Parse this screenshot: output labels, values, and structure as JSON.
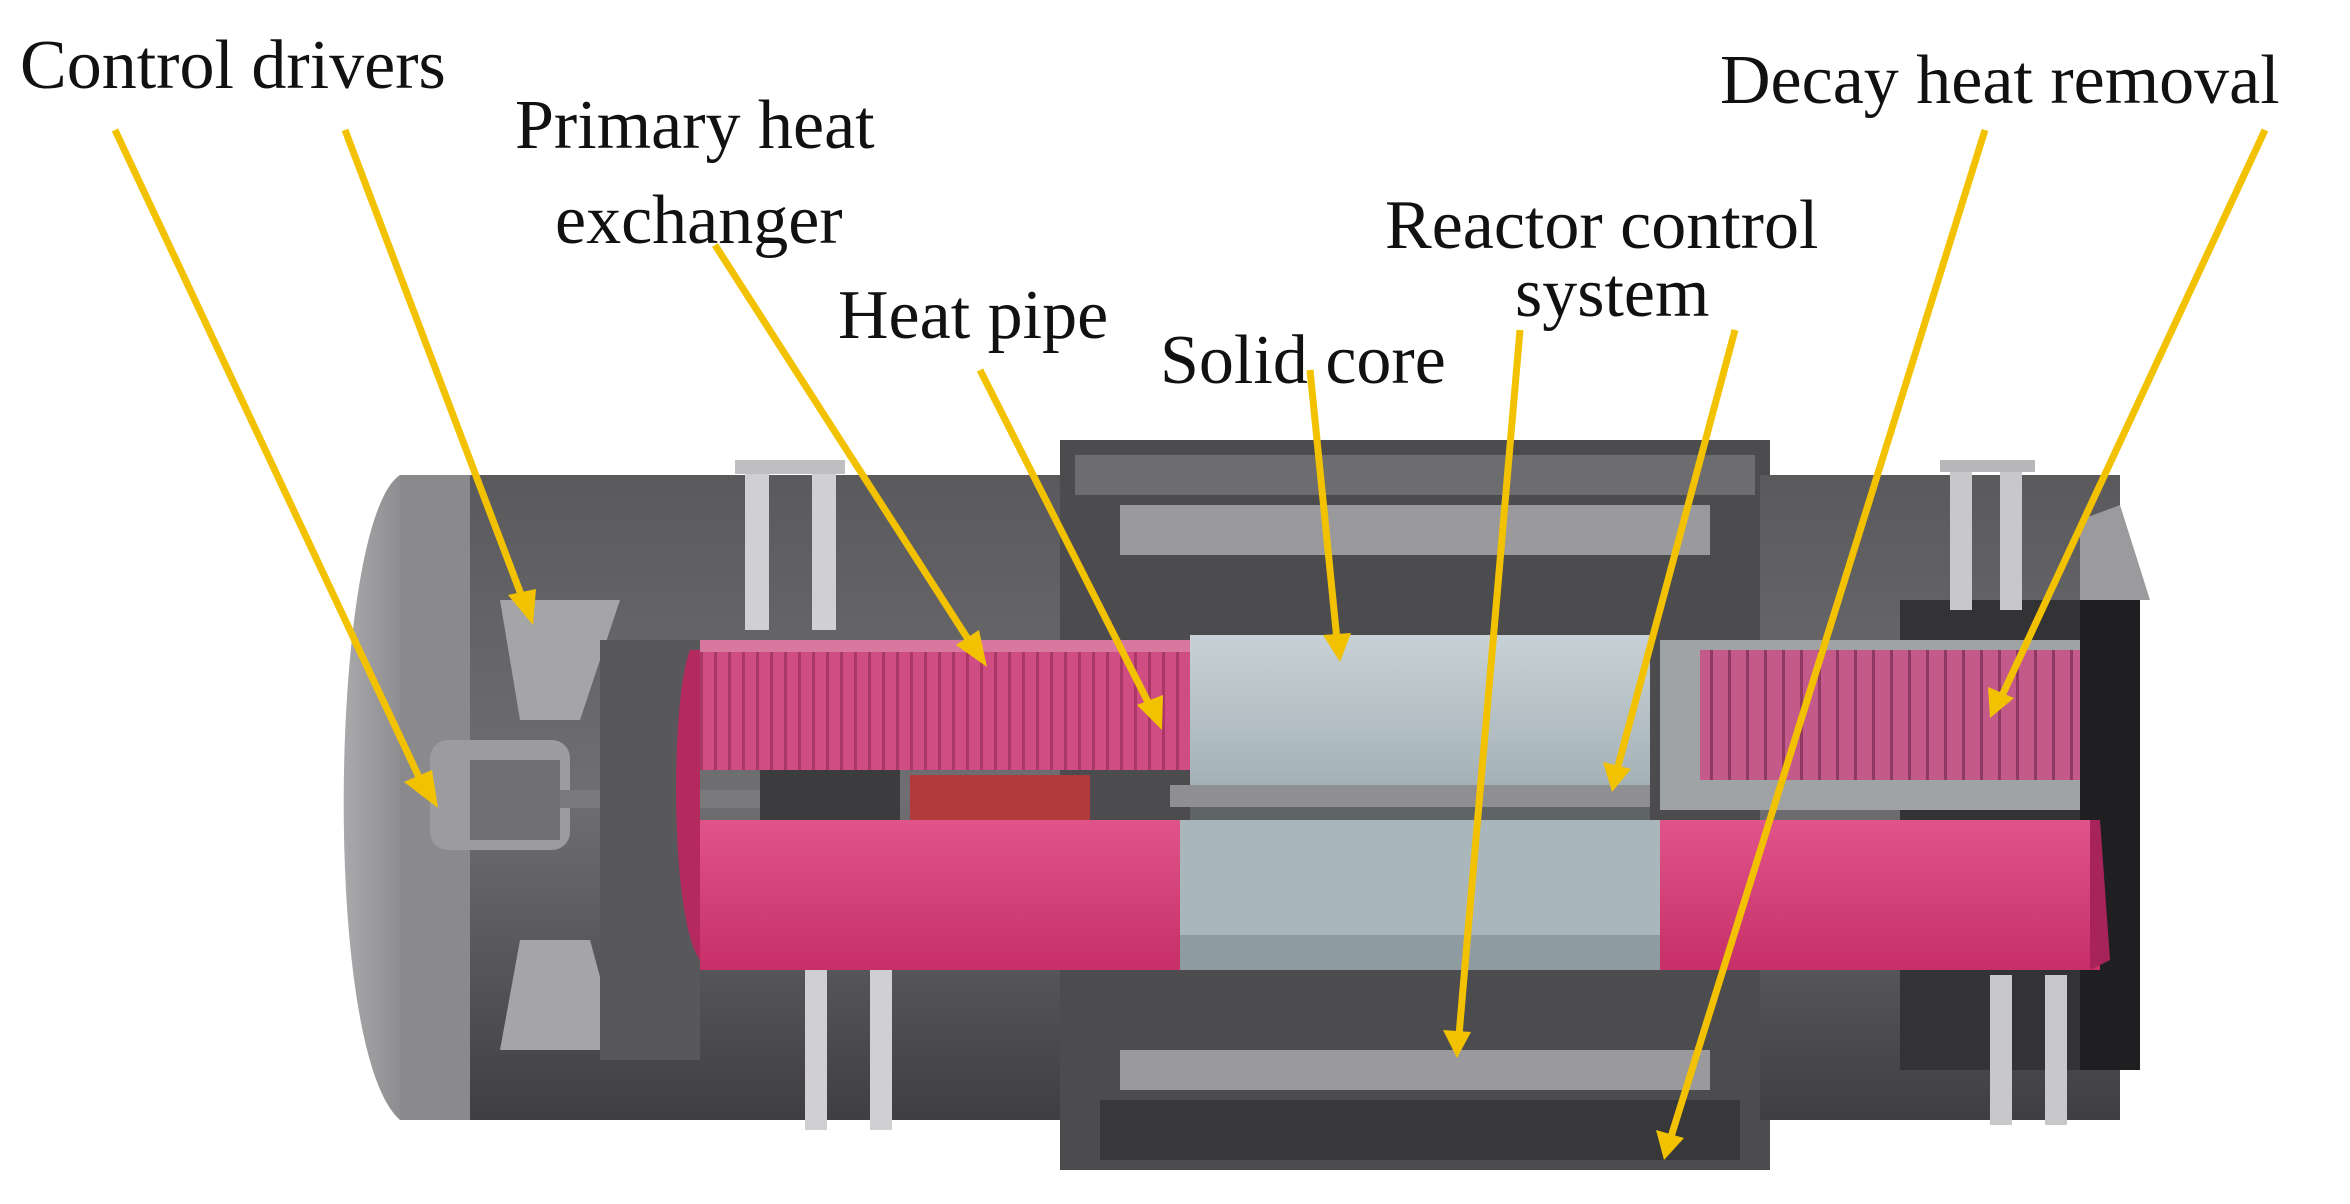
{
  "labels": {
    "control_drivers": "Control drivers",
    "primary_heat_exchanger_1": "Primary heat",
    "primary_heat_exchanger_2": "exchanger",
    "heat_pipe": "Heat pipe",
    "solid_core": "Solid core",
    "reactor_control_system_1": "Reactor control",
    "reactor_control_system_2": "system",
    "decay_heat_removal": "Decay heat removal"
  },
  "colors": {
    "arrow": "#f2c200",
    "pink": "#d63b77",
    "grey_dark": "#4f4f52",
    "grey_mid": "#8c8c8e",
    "grey_light": "#b7c3c7",
    "text": "#111111"
  }
}
